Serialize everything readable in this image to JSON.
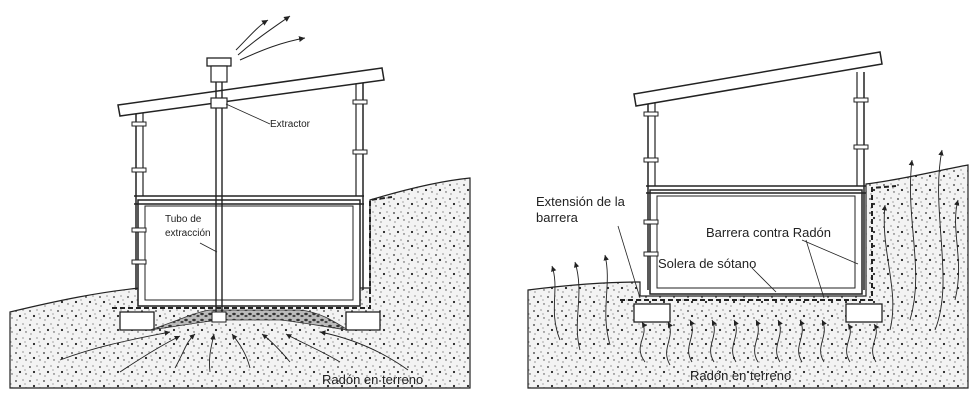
{
  "left_panel": {
    "labels": {
      "extractor": "Extractor",
      "tube_line1": "Tubo de",
      "tube_line2": "extracción",
      "radon": "Radón en terreno"
    }
  },
  "right_panel": {
    "labels": {
      "extension_line1": "Extensión de la",
      "extension_line2": "barrera",
      "barrier": "Barrera contra Radón",
      "slab": "Solera de sótano",
      "radon": "Radón en terreno"
    }
  },
  "colors": {
    "ink": "#222222",
    "soil_fill": "#f2f2f2",
    "paper": "#ffffff"
  }
}
